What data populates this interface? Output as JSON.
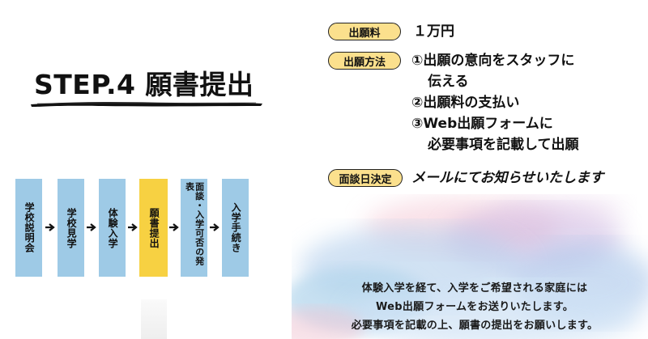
{
  "heading": {
    "title": "STEP.4  願書提出"
  },
  "flow": {
    "steps": [
      {
        "label": "学校説明会"
      },
      {
        "label": "学校見学"
      },
      {
        "label": "体験入学"
      },
      {
        "label": "願書提出"
      },
      {
        "label": "面談・入学可否の発表"
      },
      {
        "label": "入学手続き"
      }
    ],
    "current_index": 3
  },
  "info": {
    "fee": {
      "label": "出願料",
      "value": "１万円"
    },
    "method": {
      "label": "出願方法",
      "lines": [
        "①出願の意向をスタッフに",
        "伝える",
        "②出願料の支払い",
        "③Web出願フォームに",
        "必要事項を記載して出願"
      ]
    },
    "interview": {
      "label": "面談日決定",
      "value": "メールにてお知らせいたします"
    }
  },
  "note": {
    "lines": [
      "体験入学を経て、入学をご希望される家庭には",
      "Web出願フォームをお送りいたします。",
      "必要事項を記載の上、願書の提出をお願いします。"
    ]
  },
  "colors": {
    "step": "#9ecae6",
    "step_current": "#f7d142",
    "badge": "#fbe08d"
  }
}
